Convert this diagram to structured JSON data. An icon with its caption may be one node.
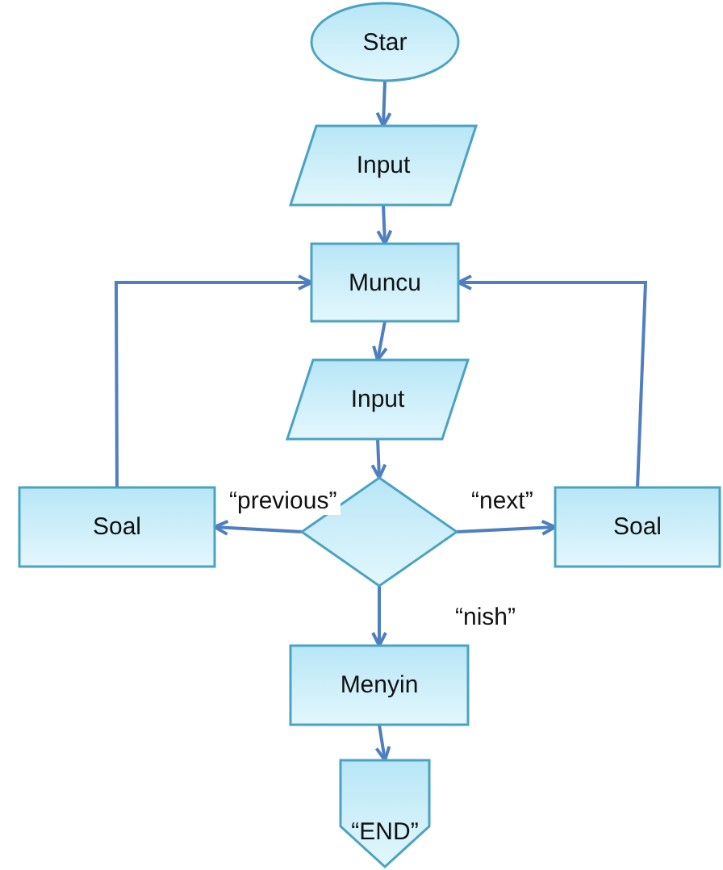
{
  "diagram": {
    "nodes": [
      {
        "text": [
          "Star"
        ]
      },
      {
        "text": [
          "Input"
        ]
      },
      {
        "text": [
          "Muncu"
        ]
      },
      {
        "text": [
          "Input"
        ]
      },
      {
        "text": [
          "Soal"
        ]
      },
      {
        "text": [],
        "shape": "diamond"
      },
      {
        "text": [
          "Soal"
        ]
      },
      {
        "text": [
          "Menyin"
        ]
      },
      {
        "text": [
          "“END”"
        ]
      }
    ],
    "edges": [
      {
        "from": 0,
        "to": 1,
        "arrow": "to"
      },
      {
        "from": 1,
        "to": 2,
        "arrow": "to"
      },
      {
        "from": 2,
        "to": 3,
        "arrow": "to"
      },
      {
        "from": 3,
        "to": 5,
        "arrow": "to"
      },
      {
        "from": 5,
        "to": 4,
        "arrow": "to",
        "label": "“previous”"
      },
      {
        "from": 5,
        "to": 6,
        "arrow": "to",
        "label": "“next”"
      },
      {
        "from": 4,
        "to": 2,
        "arrow": "to"
      },
      {
        "from": 6,
        "to": 2,
        "arrow": "to"
      },
      {
        "from": 5,
        "to": 7,
        "arrow": "to",
        "label": "“nish”"
      },
      {
        "from": 7,
        "to": 8,
        "arrow": "to"
      }
    ]
  }
}
